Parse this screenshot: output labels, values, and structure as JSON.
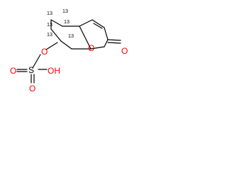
{
  "molecule": {
    "atoms": {
      "o1": {
        "symbol": "O",
        "color": "#ff0000"
      },
      "o2": {
        "symbol": "O",
        "color": "#ff0000"
      },
      "o3": {
        "symbol": "O",
        "color": "#ff0000"
      },
      "o4": {
        "symbol": "O",
        "color": "#ff0000"
      },
      "o5": {
        "symbol": "O",
        "color": "#ff0000"
      },
      "o6": {
        "symbol": "OH",
        "color": "#ff0000"
      },
      "s1": {
        "symbol": "S",
        "color": "#cccc00"
      },
      "c13a": {
        "symbol": "13",
        "color": "#000000"
      },
      "c13b": {
        "symbol": "13",
        "color": "#000000"
      },
      "c13c": {
        "symbol": "13",
        "color": "#000000"
      },
      "c13d": {
        "symbol": "13",
        "color": "#000000"
      },
      "c13e": {
        "symbol": "13",
        "color": "#000000"
      },
      "c13f": {
        "symbol": "13",
        "color": "#000000"
      }
    }
  }
}
